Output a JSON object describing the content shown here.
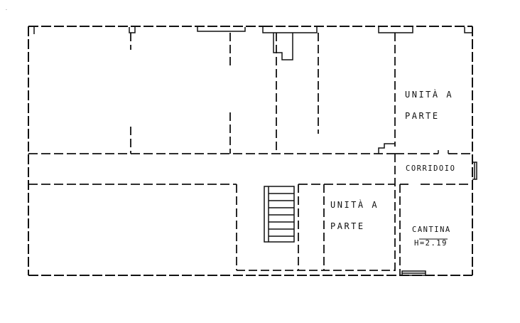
{
  "rooms": {
    "upper_right_unit": {
      "line1": "UNITÀ A",
      "line2": "PARTE"
    },
    "corridor": {
      "label": "CORRIDOIO"
    },
    "lower_unit": {
      "line1": "UNITÀ A",
      "line2": "PARTE"
    },
    "cellar": {
      "label": "CANTINA",
      "height": "H=2.19"
    }
  },
  "colors": {
    "ink": "#111111",
    "paper": "#ffffff"
  }
}
